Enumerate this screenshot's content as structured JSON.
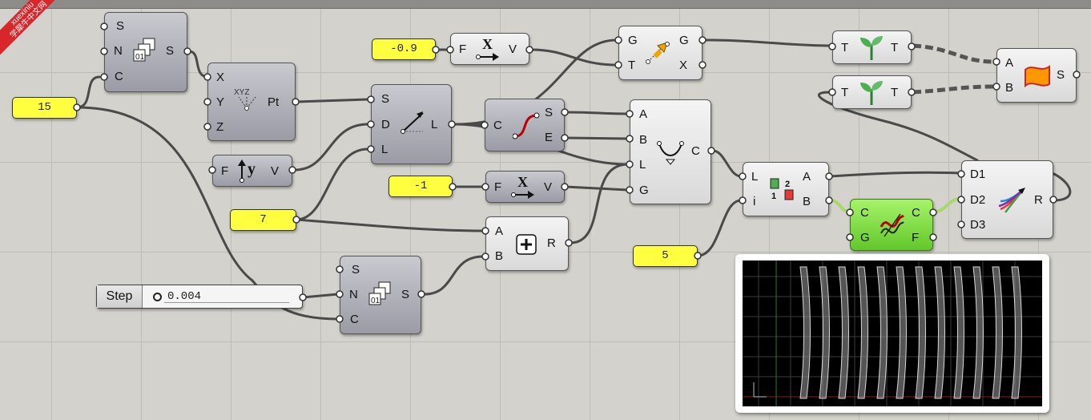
{
  "watermark": {
    "line1": "xuexiniu",
    "line2": "学犀牛中文网"
  },
  "numbers": {
    "n15": "15",
    "n_neg09": "-0.9",
    "n_neg1": "-1",
    "n7": "7",
    "n5": "5"
  },
  "slider": {
    "name": "Step",
    "value": "0.004"
  },
  "series1": {
    "in": [
      "S",
      "N",
      "C"
    ],
    "out": [
      "S"
    ]
  },
  "construct_point": {
    "in": [
      "X",
      "Y",
      "Z"
    ],
    "out": [
      "Pt"
    ]
  },
  "unit_y": {
    "in": [
      "F"
    ],
    "out": [
      "V"
    ]
  },
  "line_sdl": {
    "in": [
      "S",
      "D",
      "L"
    ],
    "out": [
      "L"
    ]
  },
  "unit_x_top": {
    "in": [
      "F"
    ],
    "out": [
      "V"
    ]
  },
  "move": {
    "in": [
      "G",
      "T"
    ],
    "out": [
      "G",
      "X"
    ]
  },
  "endpoints": {
    "in": [
      "C"
    ],
    "out": [
      "S",
      "E"
    ]
  },
  "arc": {
    "in": [
      "A",
      "B",
      "L",
      "G"
    ],
    "out": [
      "C"
    ]
  },
  "unit_x_mid": {
    "in": [
      "F"
    ],
    "out": [
      "V"
    ]
  },
  "addition": {
    "in": [
      "A",
      "B"
    ],
    "out": [
      "R"
    ]
  },
  "series2": {
    "in": [
      "S",
      "N",
      "C"
    ],
    "out": [
      "S"
    ]
  },
  "list_item": {
    "in": [
      "L",
      "i"
    ],
    "out": [
      "A",
      "B"
    ]
  },
  "divide": {
    "in": [
      "C",
      "G"
    ],
    "out": [
      "C",
      "F"
    ]
  },
  "graft1": {
    "in": [
      "T"
    ],
    "out": [
      "T"
    ]
  },
  "graft2": {
    "in": [
      "T"
    ],
    "out": [
      "T"
    ]
  },
  "loft": {
    "in": [
      "A",
      "B"
    ],
    "out": [
      "S"
    ]
  },
  "merge": {
    "in": [
      "D1",
      "D2",
      "D3"
    ],
    "out": [
      "R"
    ]
  },
  "colors": {
    "canvas": "#d3d2cc",
    "number_panel": "#ffff40",
    "green_node": "#6bd031",
    "wire": "#4a4a4a"
  }
}
